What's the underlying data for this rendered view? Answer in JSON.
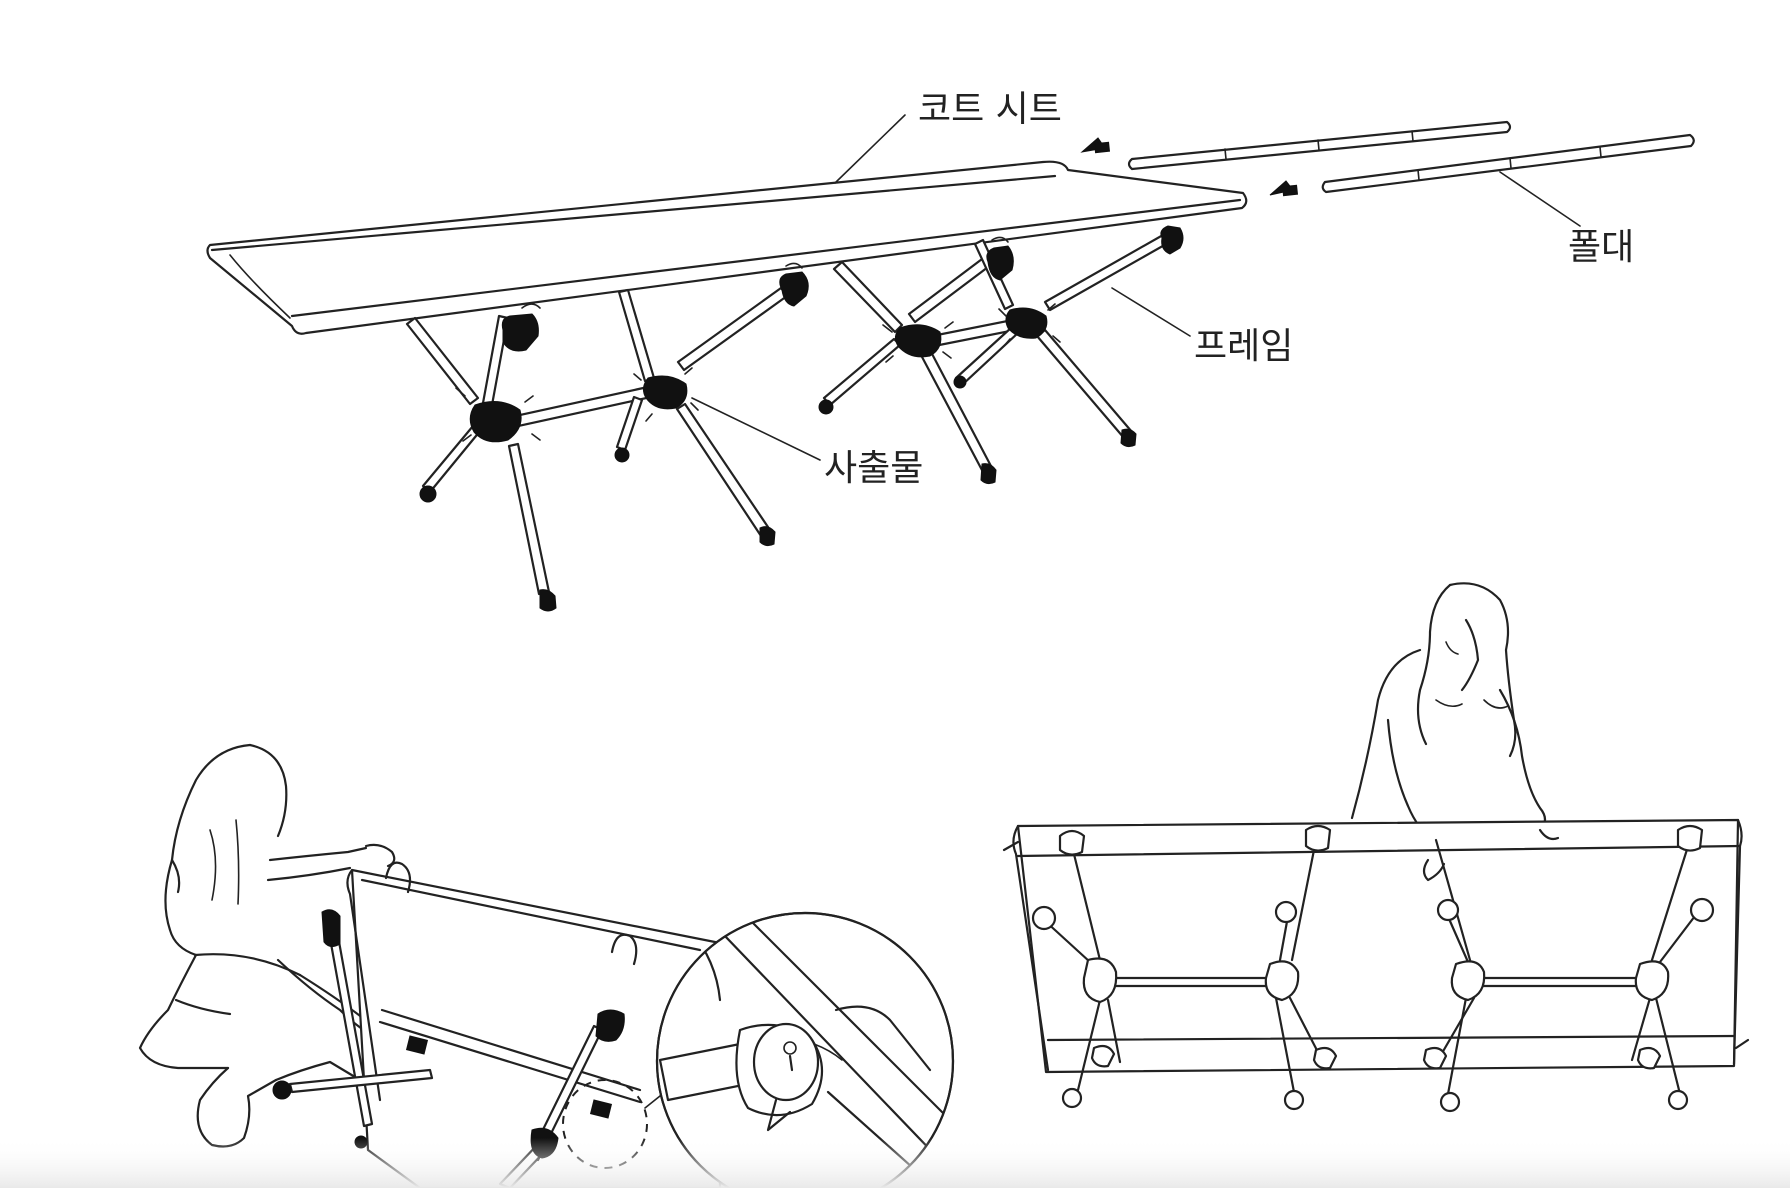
{
  "labels": {
    "cot_sheet": "코트 시트",
    "pole": "폴대",
    "frame": "프레임",
    "injection_part": "사출물"
  },
  "colors": {
    "line": "#222222",
    "fill": "#ffffff",
    "solid": "#111111"
  }
}
